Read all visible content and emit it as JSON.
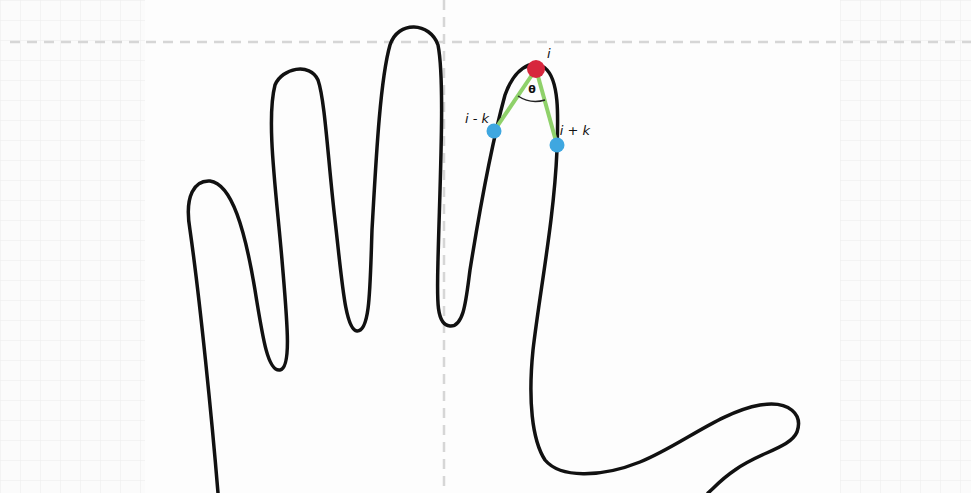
{
  "diagram": {
    "labels": [
      "i",
      "i - k",
      "i + k",
      "θ"
    ]
  }
}
